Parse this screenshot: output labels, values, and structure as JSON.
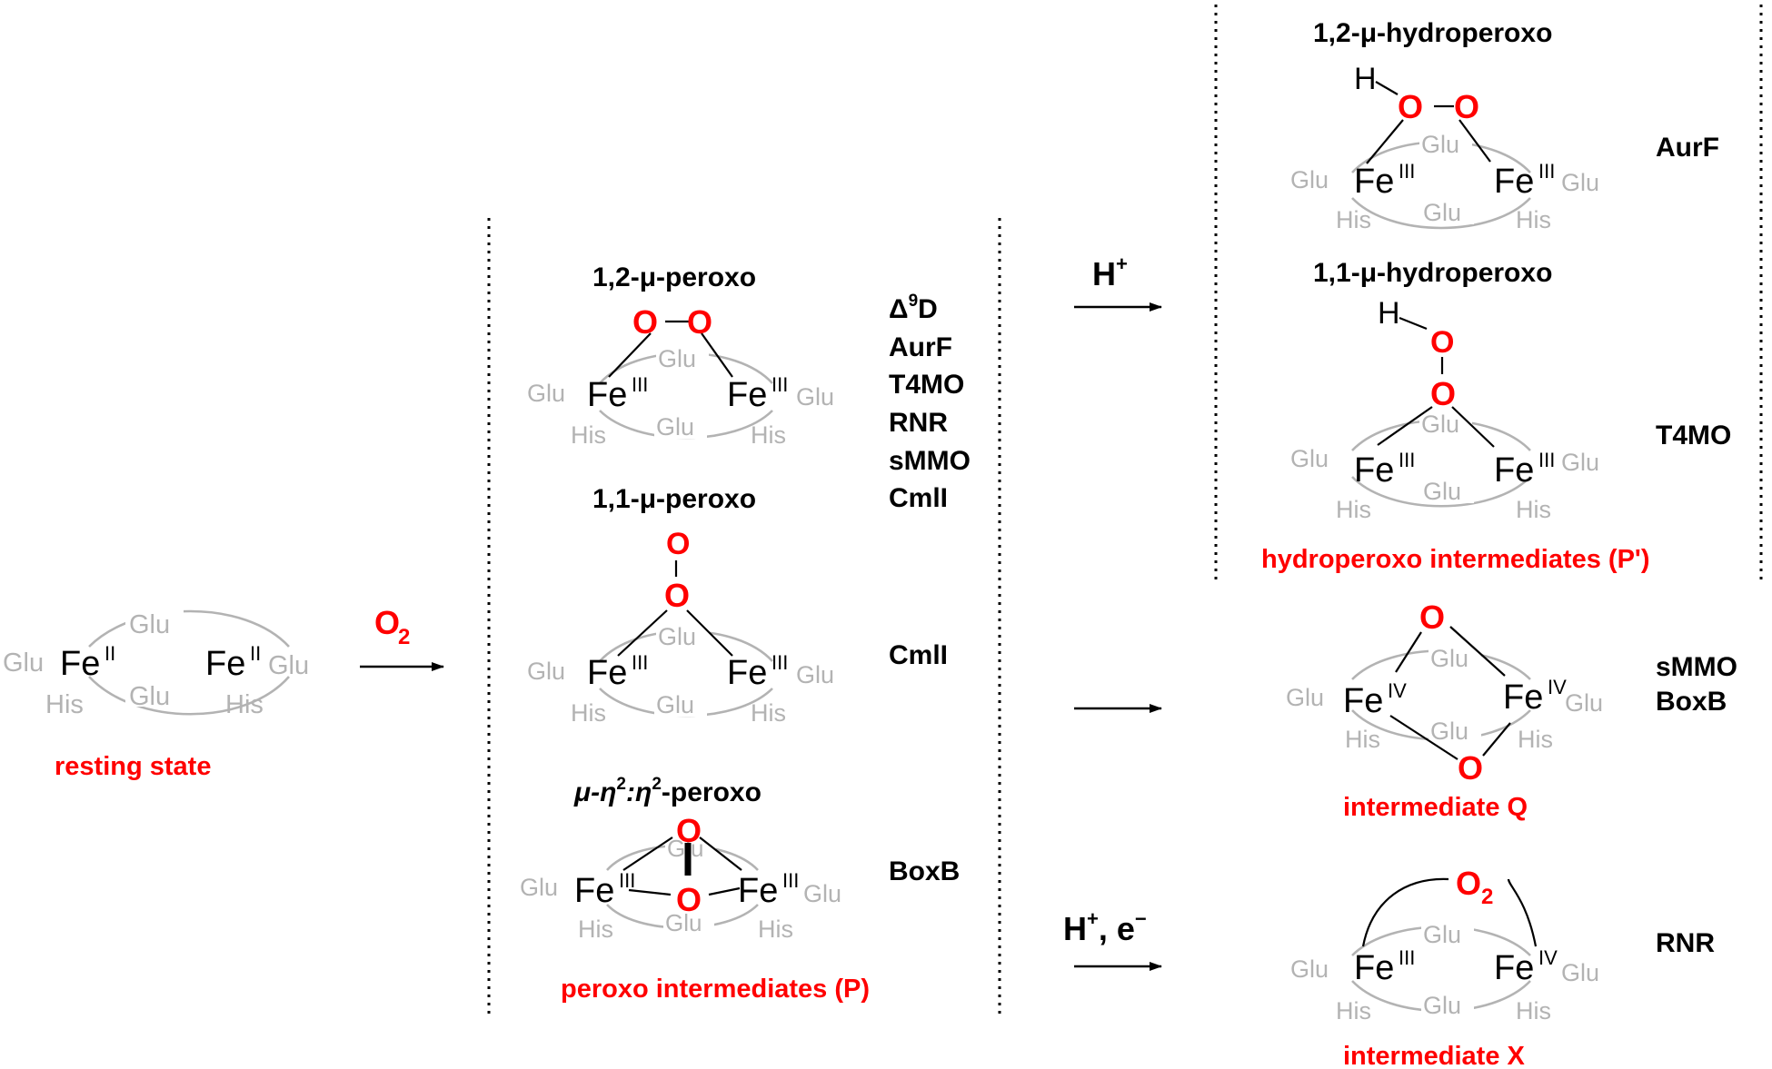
{
  "resting": {
    "label": "resting state"
  },
  "reagents": {
    "o2": "O",
    "o2_sub": "2",
    "hplus": "H",
    "hplus_sup": "+",
    "hplus_e": "H",
    "hplus_e_sup": "+",
    "hplus_e_rest": ", e",
    "hplus_e_minus": "−"
  },
  "atoms": {
    "fe": "Fe",
    "glu": "Glu",
    "his": "His",
    "o": "O",
    "h": "H",
    "ox2": "II",
    "ox3": "III",
    "ox4": "IV"
  },
  "peroxo": {
    "group_label": "peroxo intermediates (P)",
    "s12_title": "1,2-μ-peroxo",
    "s12_enzymes": [
      "Δ",
      "9",
      "D",
      "AurF",
      "T4MO",
      "RNR",
      "sMMO",
      "CmlI"
    ],
    "s11_title": "1,1-μ-peroxo",
    "s11_enzyme": "CmlI",
    "eta_title_mu": "μ-η",
    "eta_title_sup1": "2",
    "eta_title_colon": ":η",
    "eta_title_sup2": "2",
    "eta_title_rest": "-peroxo",
    "eta_enzyme": "BoxB"
  },
  "hydroperoxo": {
    "group_label": "hydroperoxo intermediates (P')",
    "s12_title": "1,2-μ-hydroperoxo",
    "s12_enzyme": "AurF",
    "s11_title": "1,1-μ-hydroperoxo",
    "s11_enzyme": "T4MO"
  },
  "q": {
    "label": "intermediate Q",
    "enzymes": [
      "sMMO",
      "BoxB"
    ]
  },
  "x": {
    "label": "intermediate X",
    "enzyme": "RNR",
    "o2": "O",
    "o2_sub": "2"
  }
}
